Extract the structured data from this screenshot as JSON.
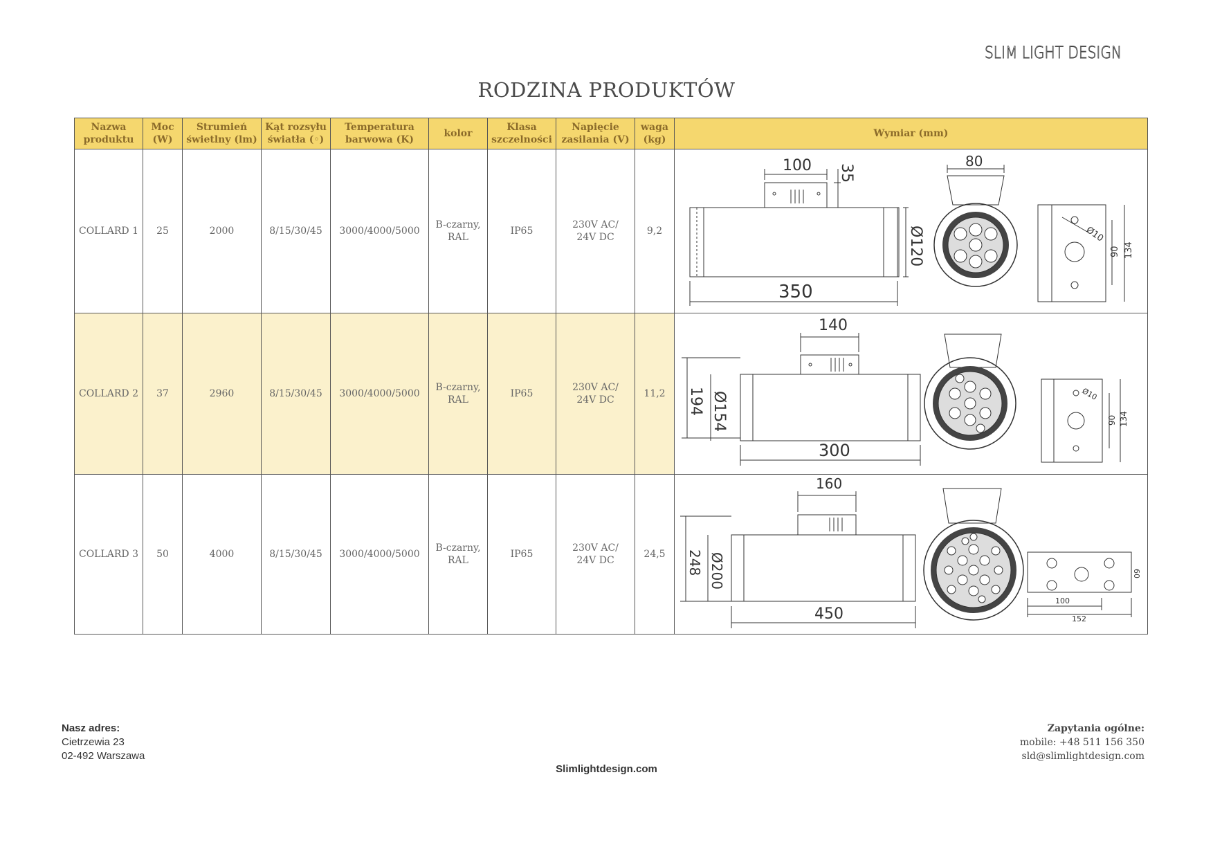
{
  "brand": "SLIM LIGHT DESIGN",
  "title": "RODZINA PRODUKTÓW",
  "headers": {
    "name": [
      "Nazwa",
      "produktu"
    ],
    "power": [
      "Moc",
      "(W)"
    ],
    "flux": [
      "Strumień",
      "świetlny (lm)"
    ],
    "angle": [
      "Kąt rozsyłu",
      "światła (◦)"
    ],
    "temp": [
      "Temperatura",
      "barwowa (K)"
    ],
    "color": "kolor",
    "ip": [
      "Klasa",
      "szczelności"
    ],
    "voltage": [
      "Napięcie",
      "zasilania (V)"
    ],
    "weight": [
      "waga",
      "(kg)"
    ],
    "dims": "Wymiar (mm)"
  },
  "products": [
    {
      "name": "COLLARD 1",
      "power": "25",
      "flux": "2000",
      "angle": "8/15/30/45",
      "temp": "3000/4000/5000",
      "color": [
        "B-czarny,",
        "RAL"
      ],
      "ip": "IP65",
      "voltage": [
        "230V AC/",
        "24V DC"
      ],
      "weight": "9,2",
      "drawing": {
        "top": "100",
        "side": "35",
        "dia": "Ø120",
        "len": "350",
        "front_w": "80",
        "hole": "Ø10",
        "h1": "90",
        "h2": "134"
      }
    },
    {
      "name": "COLLARD 2",
      "power": "37",
      "flux": "2960",
      "angle": "8/15/30/45",
      "temp": "3000/4000/5000",
      "color": [
        "B-czarny,",
        "RAL"
      ],
      "ip": "IP65",
      "voltage": [
        "230V AC/",
        "24V DC"
      ],
      "weight": "11,2",
      "drawing": {
        "top": "140",
        "outer": "194",
        "dia": "Ø154",
        "len": "300",
        "hole": "Ø10",
        "h1": "90",
        "h2": "134"
      }
    },
    {
      "name": "COLLARD 3",
      "power": "50",
      "flux": "4000",
      "angle": "8/15/30/45",
      "temp": "3000/4000/5000",
      "color": [
        "B-czarny,",
        "RAL"
      ],
      "ip": "IP65",
      "voltage": [
        "230V AC/",
        "24V DC"
      ],
      "weight": "24,5",
      "drawing": {
        "top": "160",
        "outer": "248",
        "dia": "Ø200",
        "len": "450",
        "w1": "100",
        "w2": "152",
        "h": "60"
      }
    }
  ],
  "footer": {
    "address_heading": "Nasz adres:",
    "address_line1": "Cietrzewia 23",
    "address_line2": "02-492 Warszawa",
    "website": "Slimlightdesign.com",
    "contact_heading": "Zapytania ogólne:",
    "mobile": "mobile: +48 511 156 350",
    "email": "sld@slimlightdesign.com"
  }
}
